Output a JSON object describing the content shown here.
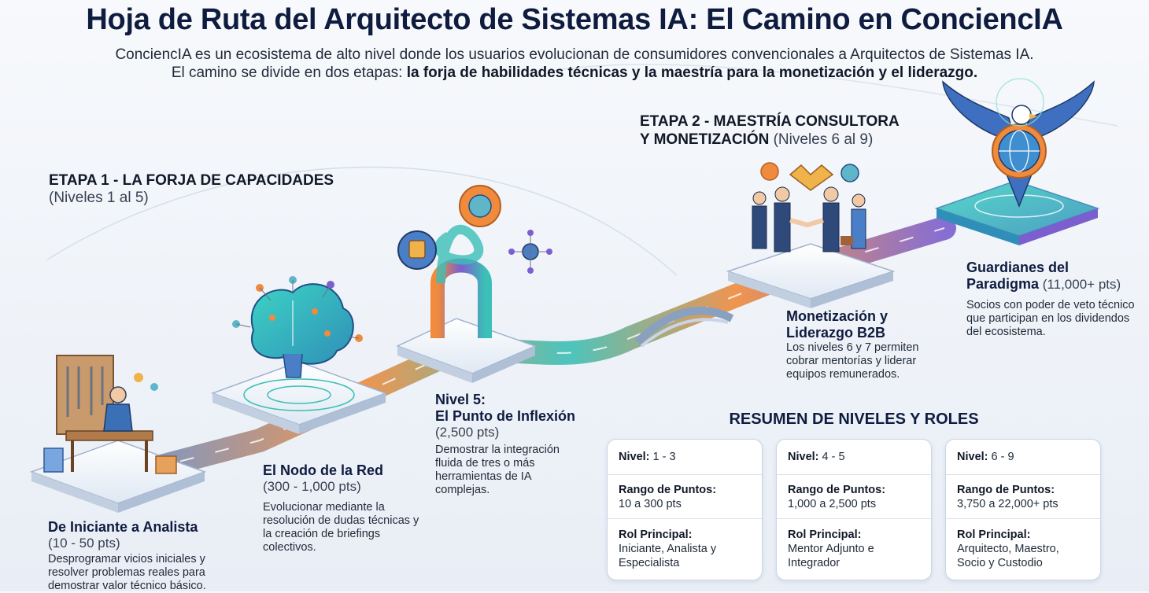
{
  "header": {
    "title": "Hoja de Ruta del Arquitecto de Sistemas IA: El Camino en ConciencIA",
    "subtitle_line1": "ConciencIA es un ecosistema de alto nivel donde los usuarios evolucionan de consumidores convencionales a Arquitectos de Sistemas IA.",
    "subtitle_line2_plain": "El camino se divide en dos etapas: ",
    "subtitle_line2_bold": "la forja de habilidades técnicas y la maestría para la monetización y el liderazgo."
  },
  "stages": {
    "stage1": {
      "title": "ETAPA 1 - LA FORJA DE CAPACIDADES",
      "subtitle": "(Niveles 1 al 5)"
    },
    "stage2": {
      "title_line1": "ETAPA 2 - MAESTRÍA CONSULTORA",
      "title_line2": "Y MONETIZACIÓN",
      "subtitle": " (Niveles 6 al 9)"
    }
  },
  "levels": [
    {
      "title": "De Iniciante a Analista",
      "points": "(10 - 50 pts)",
      "description": "Desprogramar vicios iniciales y resolver problemas reales para demostrar valor técnico básico."
    },
    {
      "title": "El Nodo de la Red",
      "points": "(300 - 1,000 pts)",
      "description": "Evolucionar mediante la resolución de dudas técnicas y la creación de briefings colectivos."
    },
    {
      "title_line1": "Nivel 5:",
      "title_line2": "El Punto de Inflexión",
      "points": "(2,500 pts)",
      "description": "Demostrar la integración fluida de tres o más herramientas de IA complejas."
    },
    {
      "title_line1": "Monetización y",
      "title_line2": "Liderazgo B2B",
      "points": "",
      "description": "Los niveles 6 y 7 permiten cobrar mentorías y liderar equipos remunerados."
    },
    {
      "title_line1": "Guardianes del",
      "title_line2": "Paradigma",
      "points": " (11,000+ pts)",
      "description": "Socios con poder de veto técnico que participan en los dividendos del ecosistema."
    }
  ],
  "summary": {
    "title": "RESUMEN DE NIVELES Y ROLES",
    "cards": [
      {
        "level_label": "Nivel:",
        "level_value": " 1 - 3",
        "range_label": "Rango de Puntos:",
        "range_value": "10 a 300 pts",
        "role_label": "Rol Principal:",
        "role_value": "Iniciante, Analista y Especialista"
      },
      {
        "level_label": "Nivel:",
        "level_value": " 4 - 5",
        "range_label": "Rango de Puntos:",
        "range_value": "1,000 a 2,500 pts",
        "role_label": "Rol Principal:",
        "role_value": "Mentor Adjunto e Integrador"
      },
      {
        "level_label": "Nivel:",
        "level_value": " 6 - 9",
        "range_label": "Rango de Puntos:",
        "range_value": "3,750 a 22,000+ pts",
        "role_label": "Rol Principal:",
        "role_value": "Arquitecto, Maestro, Socio y Custodio"
      }
    ]
  },
  "icons": [
    "workbench-icon",
    "brain-network-icon",
    "gear-arch-icon",
    "handshake-icon",
    "eagle-globe-icon"
  ],
  "colors": {
    "path_blue": "#5b8fd6",
    "path_orange": "#f08a3c",
    "path_teal": "#3bbfb6",
    "path_purple": "#7b5fcf",
    "title": "#0f1c3f"
  }
}
